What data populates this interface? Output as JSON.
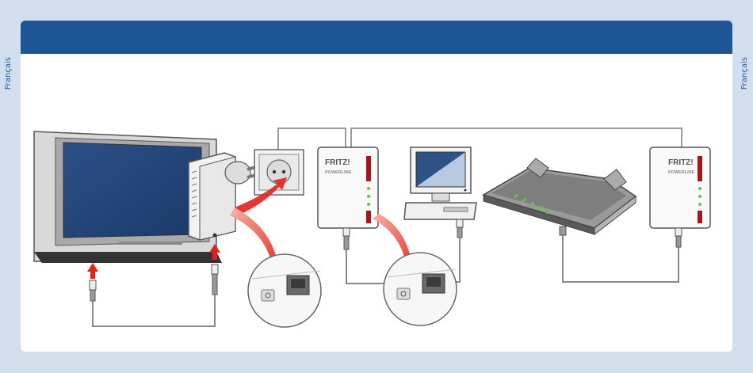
{
  "page": {
    "side_label_left": "Français",
    "side_label_right": "Français"
  },
  "colors": {
    "background": "#d2dfee",
    "header": "#1d5597",
    "accent_red": "#e4211c",
    "led_green": "#6cc04a"
  },
  "devices": {
    "adapter_brand": "FRITZ!",
    "adapter_sub": "POWERLINE"
  },
  "icons": [
    "tv-icon",
    "plug-adapter-icon",
    "wall-socket-icon",
    "fritz-powerline-adapter-icon",
    "desktop-computer-icon",
    "fritzbox-router-icon",
    "lan-port-closeup-icon",
    "network-cable-icon",
    "arrow-icon"
  ]
}
